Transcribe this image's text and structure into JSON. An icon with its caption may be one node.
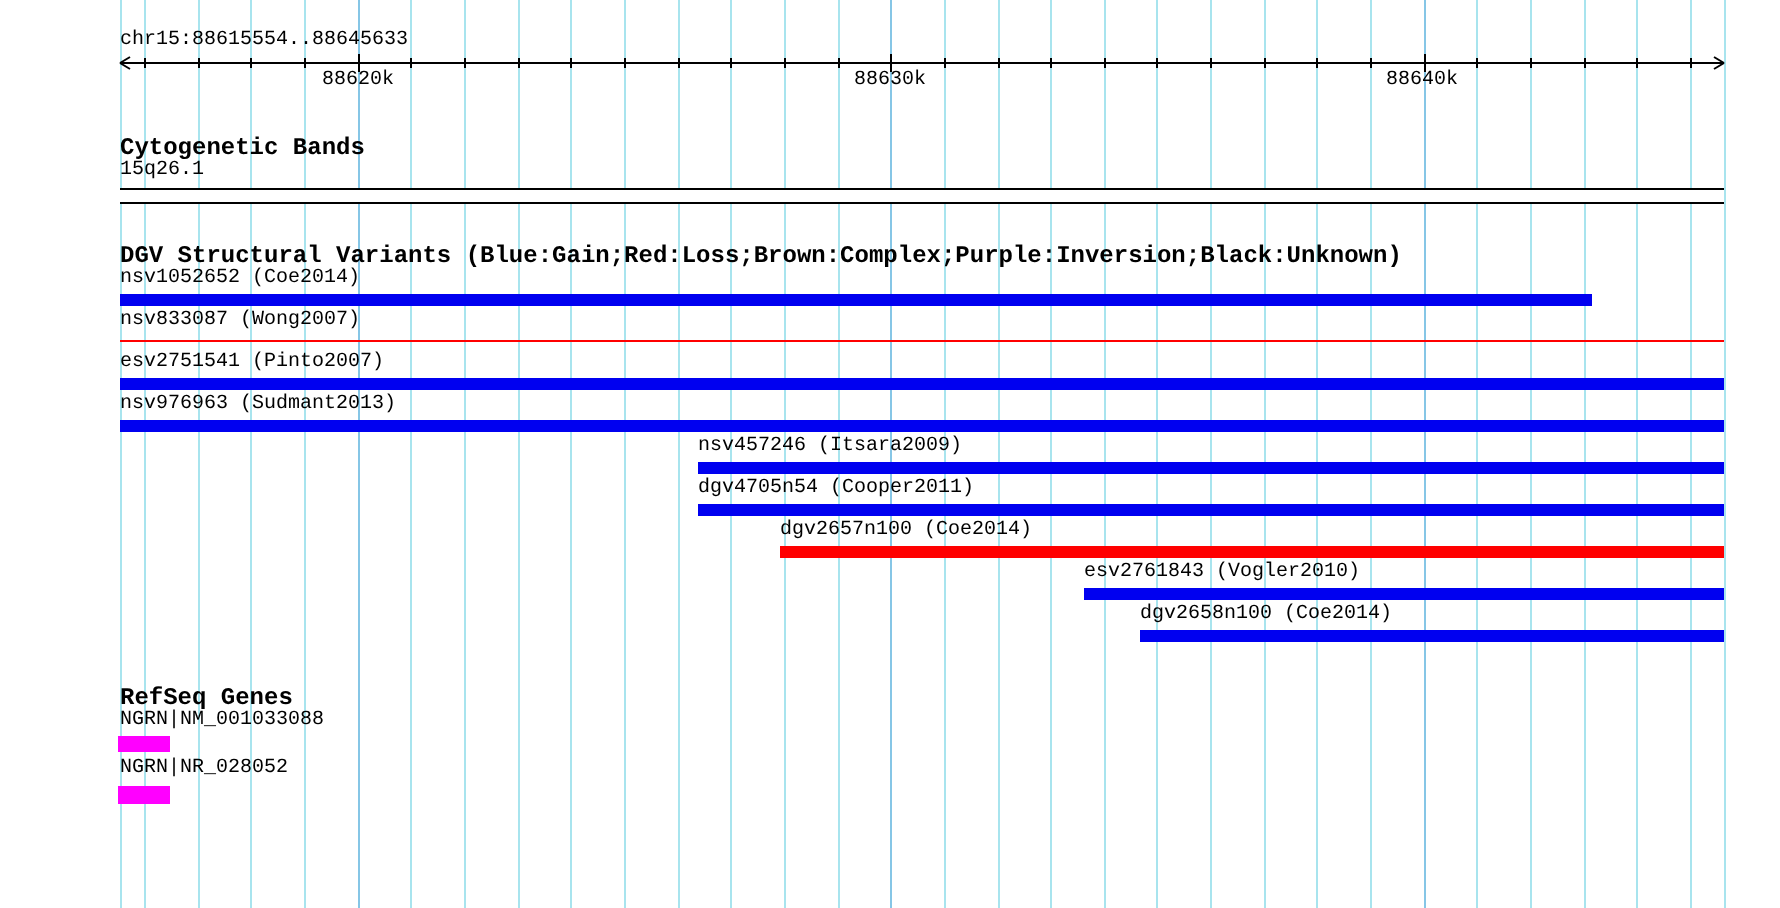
{
  "diagram": {
    "nodes": [
      {
        "text": [
          "15q26.1"
        ]
      },
      {
        "text": [
          "nsv1052652 (Coe2014)"
        ]
      },
      {
        "text": [
          "nsv833087 (Wong2007)"
        ]
      },
      {
        "text": [
          "esv2751541 (Pinto2007)"
        ]
      },
      {
        "text": [
          "nsv976963 (Sudmant2013)"
        ]
      },
      {
        "text": [
          "nsv457246 (Itsara2009)"
        ]
      },
      {
        "text": [
          "dgv4705n54 (Cooper2011)"
        ]
      },
      {
        "text": [
          "dgv2657n100 (Coe2014)"
        ]
      },
      {
        "text": [
          "esv2761843 (Vogler2010)"
        ]
      },
      {
        "text": [
          "dgv2658n100 (Coe2014)"
        ]
      },
      {
        "text": [
          "NGRN|NM_001033088"
        ]
      },
      {
        "text": [
          "NGRN|NR_028052"
        ]
      }
    ],
    "labels": [
      "chr15:88615554..88645633",
      "88620k",
      "88630k",
      "88640k",
      "Cytogenetic Bands",
      "DGV Structural Variants (Blue:Gain;Red:Loss;Brown:Complex;Purple:Inversion;Black:Unknown)",
      "RefSeq Genes"
    ]
  }
}
